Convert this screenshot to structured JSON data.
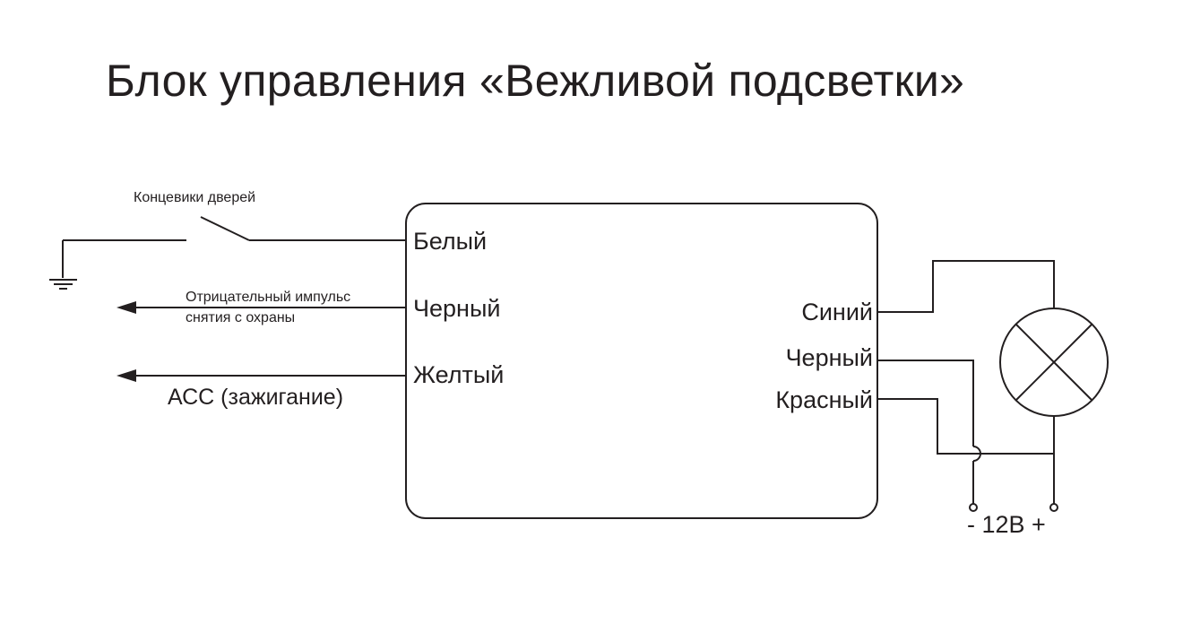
{
  "title": "Блок управления «Вежливой подсветки»",
  "labels": {
    "door_switches": "Концевики дверей",
    "negative_pulse_line1": "Отрицательный импульс",
    "negative_pulse_line2": "снятия с охраны",
    "acc": "АСС (зажигание)",
    "supply": "- 12В +"
  },
  "unit_pins": {
    "left": [
      "Белый",
      "Черный",
      "Желтый"
    ],
    "right": [
      "Синий",
      "Черный",
      "Красный"
    ]
  },
  "colors": {
    "line": "#231f20",
    "text": "#231f20",
    "background": "#ffffff"
  }
}
